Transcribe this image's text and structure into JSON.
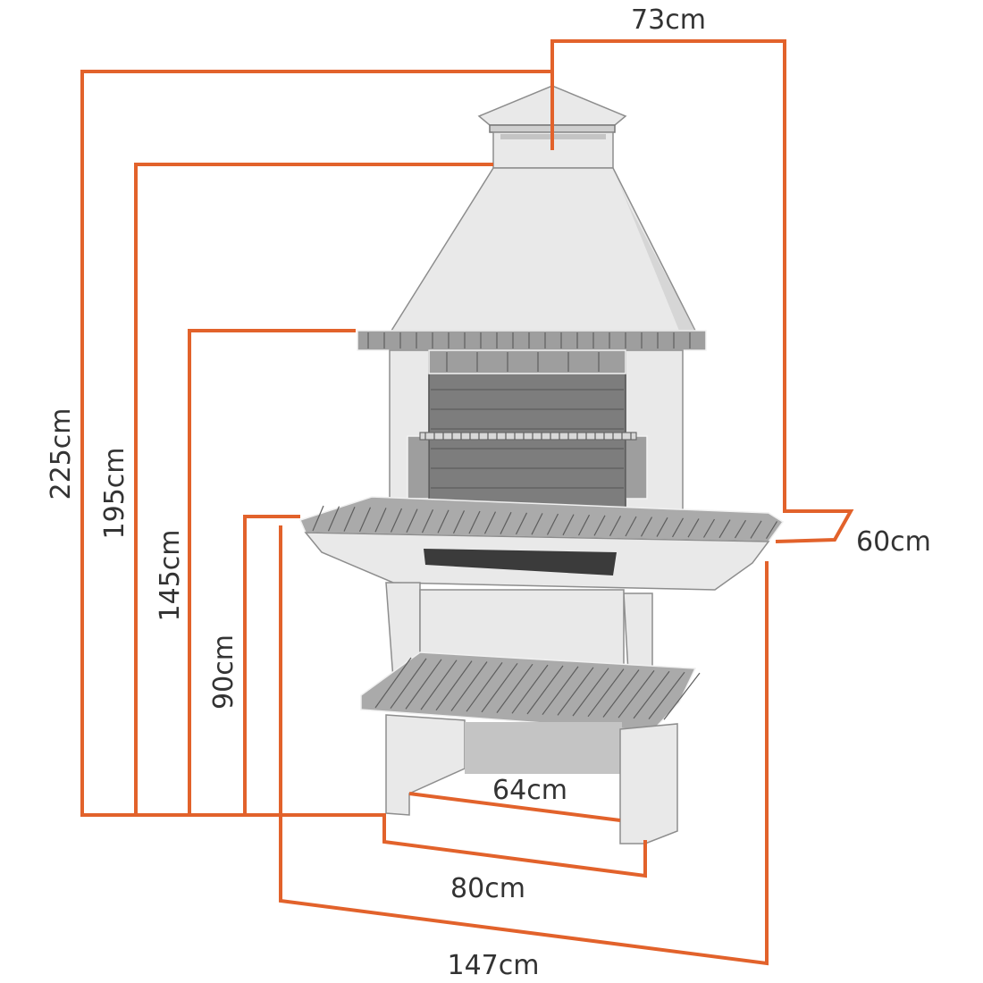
{
  "diagram": {
    "dimensions": {
      "depth_top": "73cm",
      "depth_counter": "60cm",
      "height_total": "225cm",
      "height_hood": "195cm",
      "height_firebox": "145cm",
      "height_counter": "90cm",
      "width_inner": "64cm",
      "width_base": "80cm",
      "width_total": "147cm"
    },
    "colors": {
      "dimension_line": "#e2622b",
      "label_text": "#333333"
    }
  }
}
